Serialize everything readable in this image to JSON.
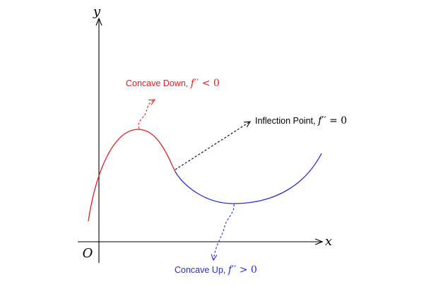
{
  "axes": {
    "y_label": "y",
    "x_label": "x",
    "origin_label": "O"
  },
  "concave_down": {
    "text": "Concave Down, ",
    "fn": "f",
    "prime": "′′",
    "relation": " < 0",
    "color": "#e8191c"
  },
  "inflection": {
    "text": "Inflection Point, ",
    "fn": "f",
    "prime": "′′",
    "relation": " = 0",
    "color": "#000000"
  },
  "concave_up": {
    "text": "Concave Up, ",
    "fn": "f",
    "prime": "′′",
    "relation": " > 0",
    "color": "#2a2ad0"
  }
}
